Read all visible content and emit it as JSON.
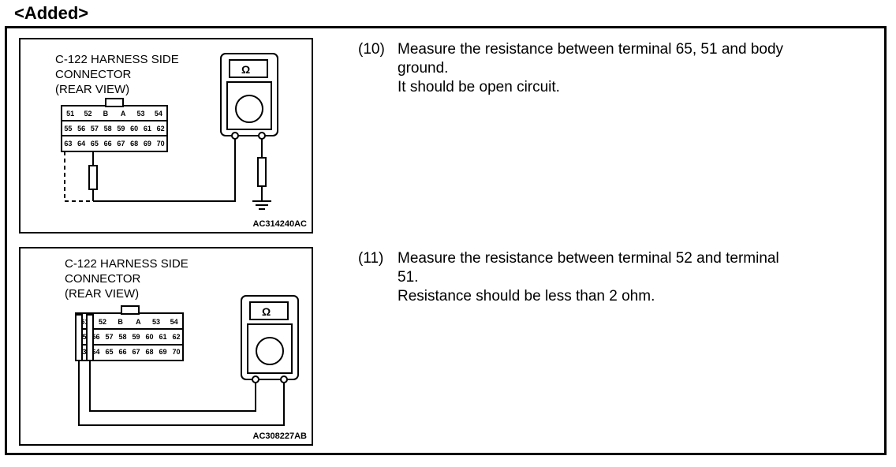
{
  "heading": "<Added>",
  "steps": [
    {
      "number": "(10)",
      "line1": "Measure the resistance between terminal 65, 51 and body",
      "line2": "ground.",
      "line3": "It should be open circuit.",
      "diagram": {
        "title": "C-122 HARNESS SIDE\nCONNECTOR\n(REAR VIEW)",
        "code": "AC314240AC",
        "meter_symbol": "Ω"
      }
    },
    {
      "number": "(11)",
      "line1": "Measure the resistance between terminal 52 and terminal",
      "line2": "51.",
      "line3": "Resistance should be less than 2 ohm.",
      "diagram": {
        "title": "C-122 HARNESS SIDE\nCONNECTOR\n(REAR VIEW)",
        "code": "AC308227AB",
        "meter_symbol": "Ω"
      }
    }
  ],
  "connector": {
    "row1": [
      "51",
      "52",
      "B",
      "A",
      "53",
      "54"
    ],
    "row2": [
      "55",
      "56",
      "57",
      "58",
      "59",
      "60",
      "61",
      "62"
    ],
    "row3": [
      "63",
      "64",
      "65",
      "66",
      "67",
      "68",
      "69",
      "70"
    ]
  }
}
